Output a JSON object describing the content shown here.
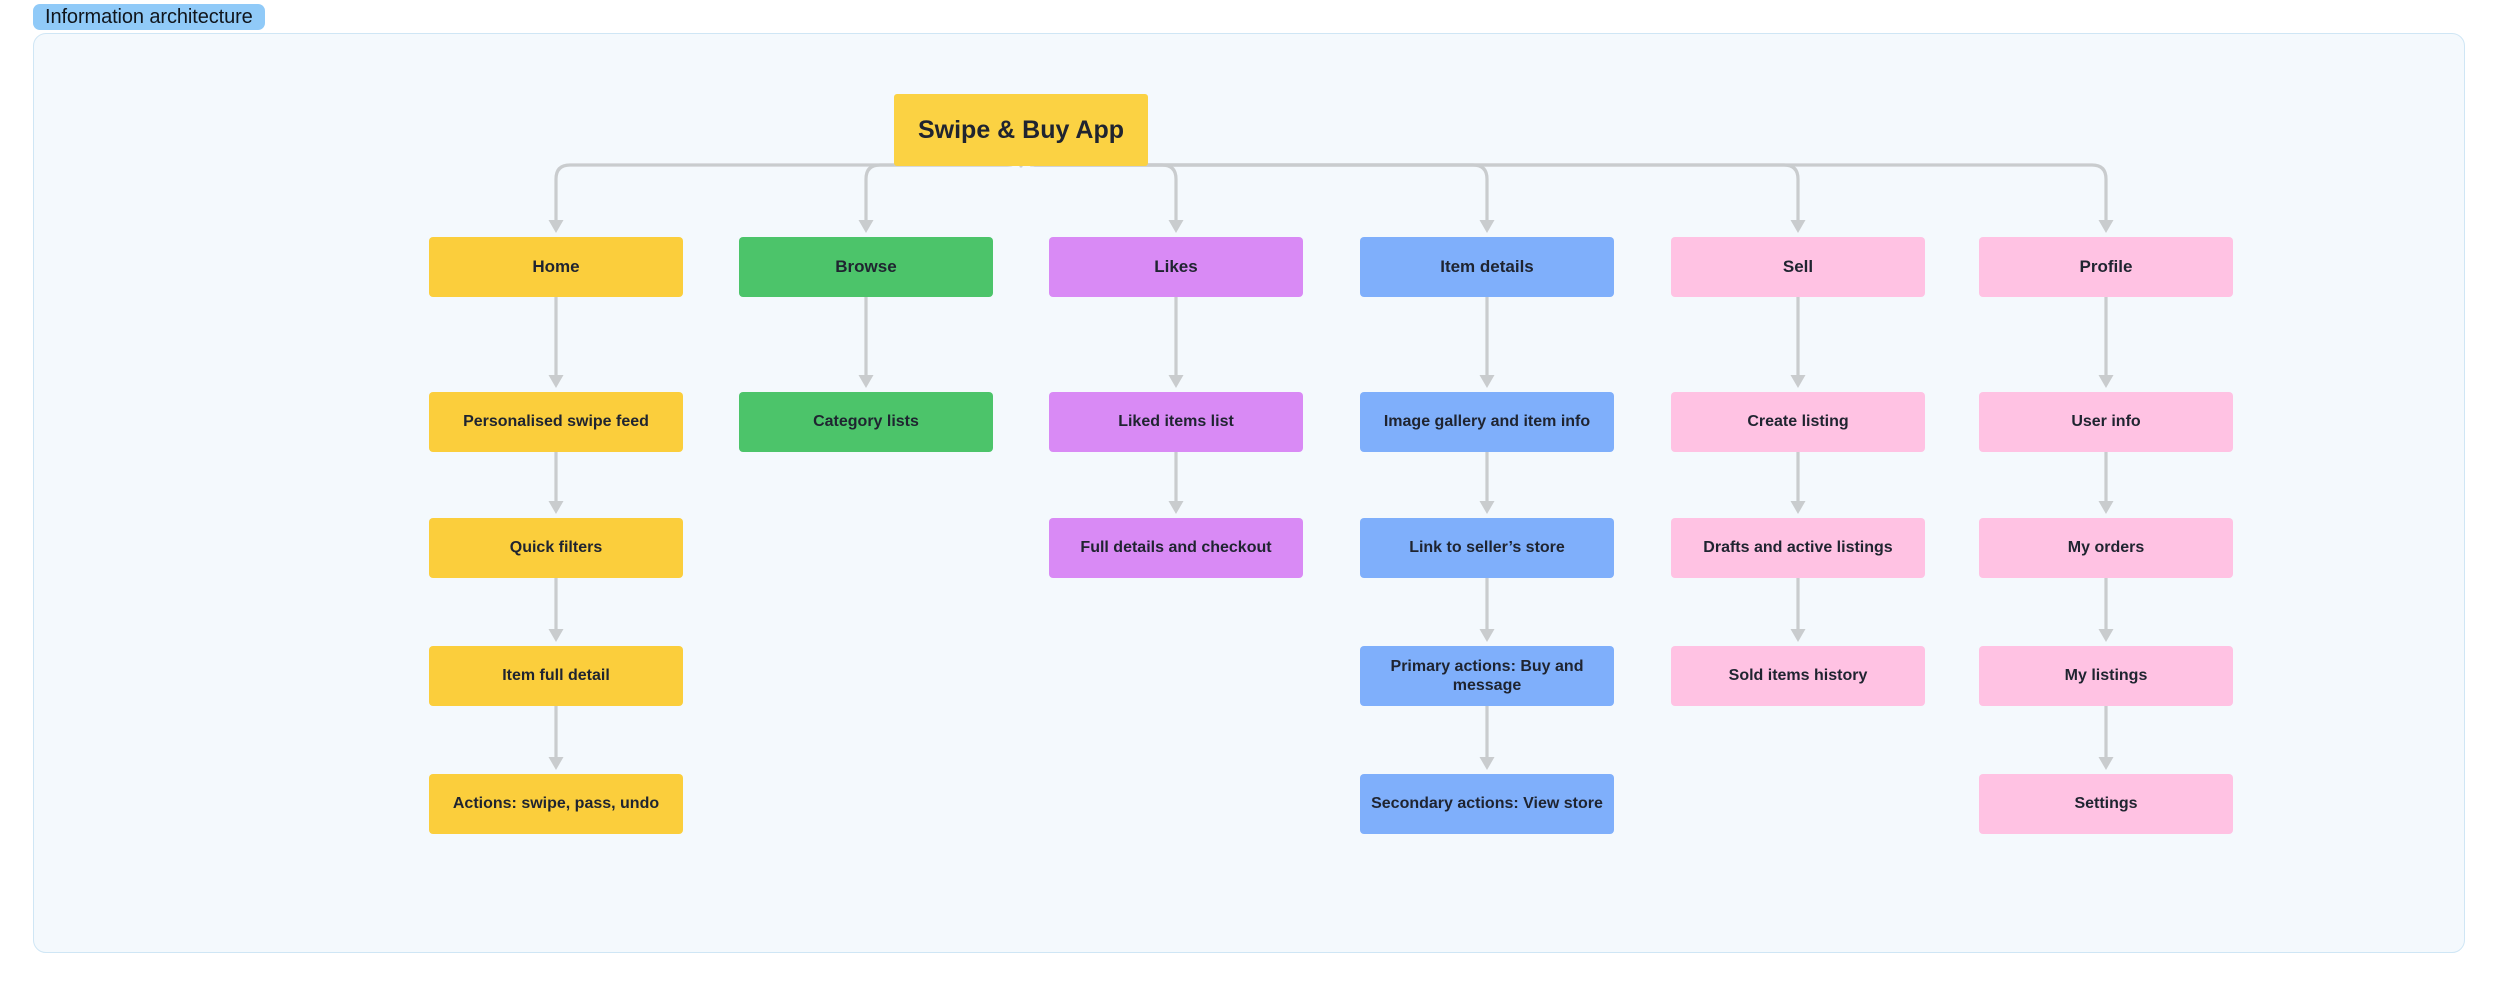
{
  "badge": {
    "label": "Information architecture",
    "color": "#90CAF8"
  },
  "canvas": {
    "background": "#F4F9FD",
    "border_color": "#CFE6F5"
  },
  "palette": {
    "yellow": "#FBCE3C",
    "green": "#4CC46A",
    "purple": "#D98AF5",
    "blue": "#7FAFFB",
    "pink": "#FFC2E3",
    "edge": "#C9CCCE",
    "text": "#1f2430"
  },
  "diagram": {
    "type": "tree",
    "root": {
      "label": "Swipe & Buy App",
      "color": "#FBD243"
    },
    "columns": [
      {
        "color": "#FBCE3C",
        "items": [
          "Home",
          "Personalised swipe feed",
          "Quick filters",
          "Item full detail",
          "Actions: swipe, pass, undo"
        ]
      },
      {
        "color": "#4CC46A",
        "items": [
          "Browse",
          "Category lists"
        ]
      },
      {
        "color": "#D98AF5",
        "items": [
          "Likes",
          "Liked items list",
          "Full details and checkout"
        ]
      },
      {
        "color": "#7FAFFB",
        "items": [
          "Item details",
          "Image gallery and item info",
          "Link to seller’s store",
          "Primary actions: Buy and message",
          "Secondary actions: View store"
        ]
      },
      {
        "color": "#FFC2E3",
        "items": [
          "Sell",
          "Create listing",
          "Drafts and active listings",
          "Sold items history"
        ]
      },
      {
        "color": "#FFC2E3",
        "items": [
          "Profile",
          "User info",
          "My orders",
          "My listings",
          "Settings"
        ]
      }
    ]
  }
}
